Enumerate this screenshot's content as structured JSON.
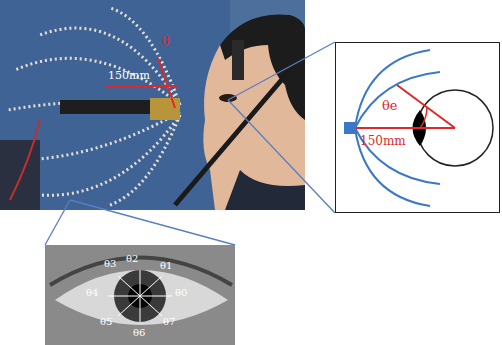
{
  "diagram": {
    "nodes": [
      {
        "text": [
          "θe",
          "150mm"
        ]
      }
    ],
    "labels": [
      "θ",
      "150mm",
      "θ3",
      "θ2",
      "θ1",
      "θ4",
      "θ0",
      "θ5",
      "θ6",
      "θ7"
    ]
  }
}
